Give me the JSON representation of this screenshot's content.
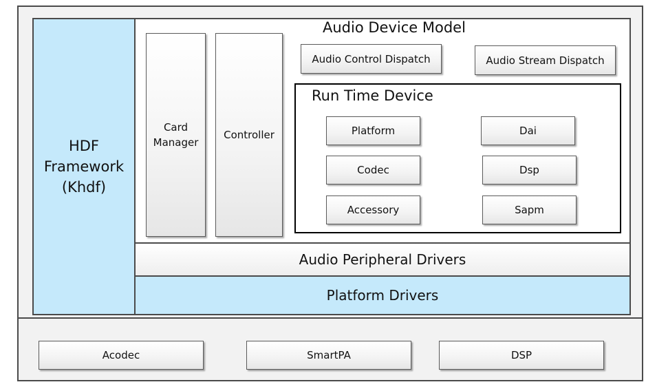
{
  "hdf": {
    "label": "HDF\nFramework\n(Khdf)",
    "color": "#c5e9fb"
  },
  "adm": {
    "title": "Audio Device Model",
    "card_manager": "Card\nManager",
    "controller": "Controller",
    "control_dispatch": "Audio Control Dispatch",
    "stream_dispatch": "Audio Stream Dispatch",
    "rtd": {
      "title": "Run Time Device",
      "items": [
        "Platform",
        "Dai",
        "Codec",
        "Dsp",
        "Accessory",
        "Sapm"
      ]
    }
  },
  "peripheral": {
    "label": "Audio Peripheral Drivers"
  },
  "platform": {
    "label": "Platform Drivers",
    "color": "#c5e9fb"
  },
  "hardware": {
    "items": [
      "Acodec",
      "SmartPA",
      "DSP"
    ]
  }
}
